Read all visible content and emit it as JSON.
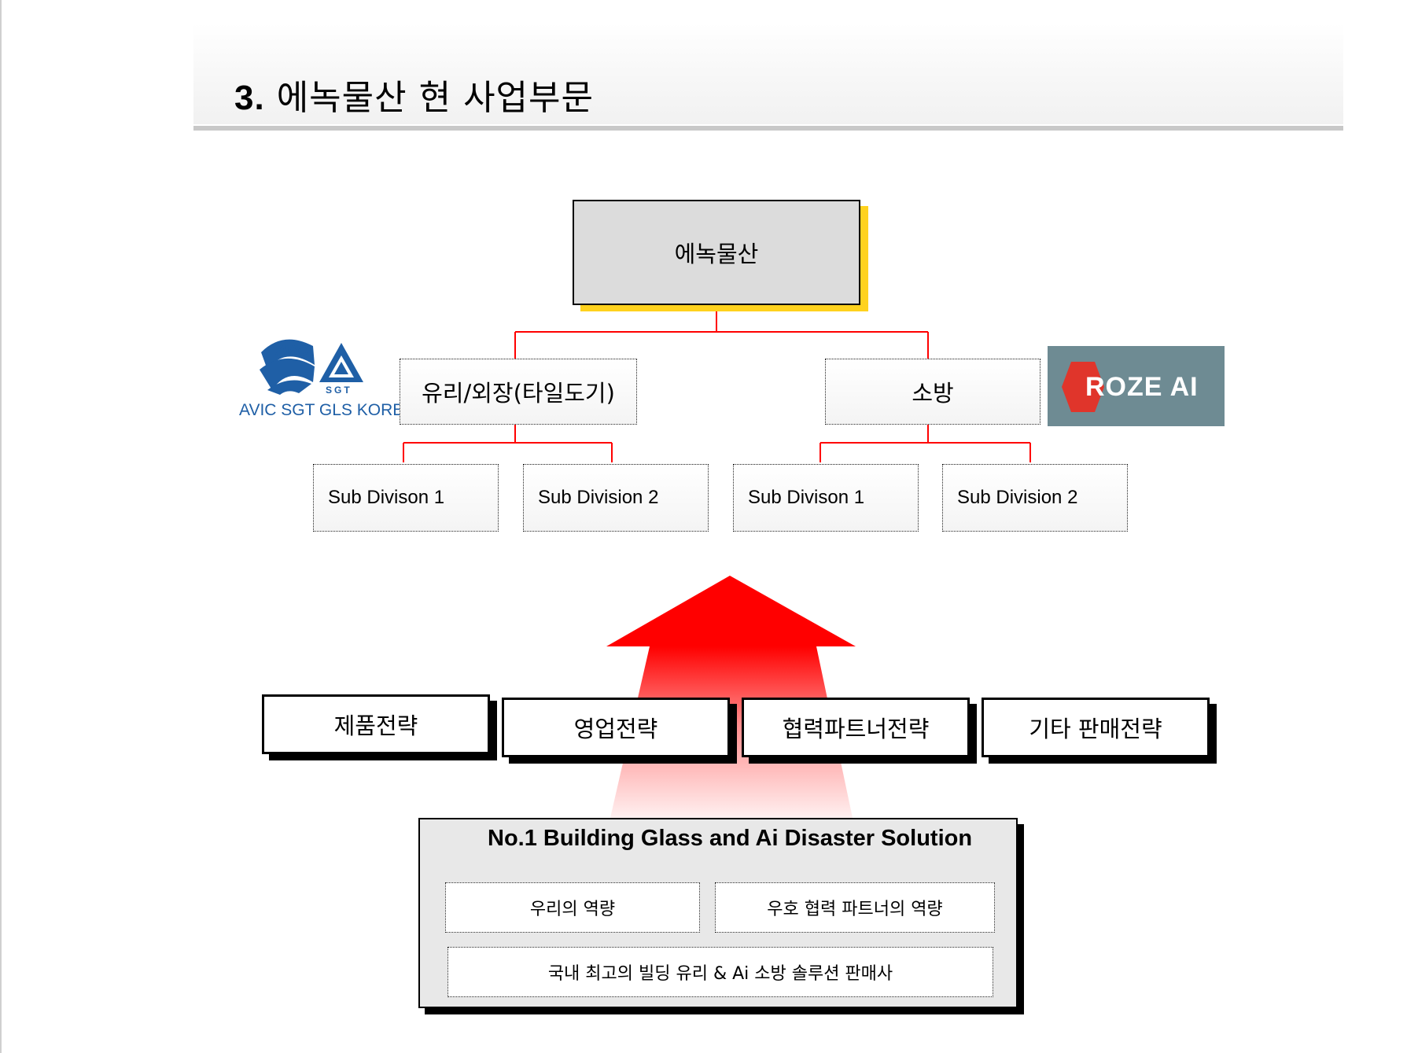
{
  "header": {
    "number": "3.",
    "title": "에녹물산 현 사업부문"
  },
  "org": {
    "top": "에녹물산",
    "divisions": [
      {
        "label": "유리/외장(타일도기)",
        "logo_text": "AVIC SGT GLS KOREA",
        "logo_marks": [
          "AVIC",
          "SGT"
        ],
        "subs": [
          "Sub Divison 1",
          "Sub Division 2"
        ]
      },
      {
        "label": "소방",
        "logo_text": "ROZE AI",
        "subs": [
          "Sub Divison 1",
          "Sub Division 2"
        ]
      }
    ]
  },
  "strategies": [
    "제품전략",
    "영업전략",
    "협력파트너전략",
    "기타 판매전략"
  ],
  "foundation": {
    "title": "No.1 Building Glass and Ai Disaster Solution",
    "items": [
      "우리의 역량",
      "우호 협력 파트너의 역량"
    ],
    "bottom": "국내 최고의 빌딩 유리 & Ai 소방 솔루션 판매사"
  },
  "colors": {
    "connector": "#ff0000",
    "arrow": "#ff0000",
    "top_shadow": "#ffd21e",
    "top_fill": "#dcdcdc",
    "avic_blue": "#1f5fa6",
    "roze_bg": "#6e8b93",
    "roze_red": "#e0352b"
  }
}
